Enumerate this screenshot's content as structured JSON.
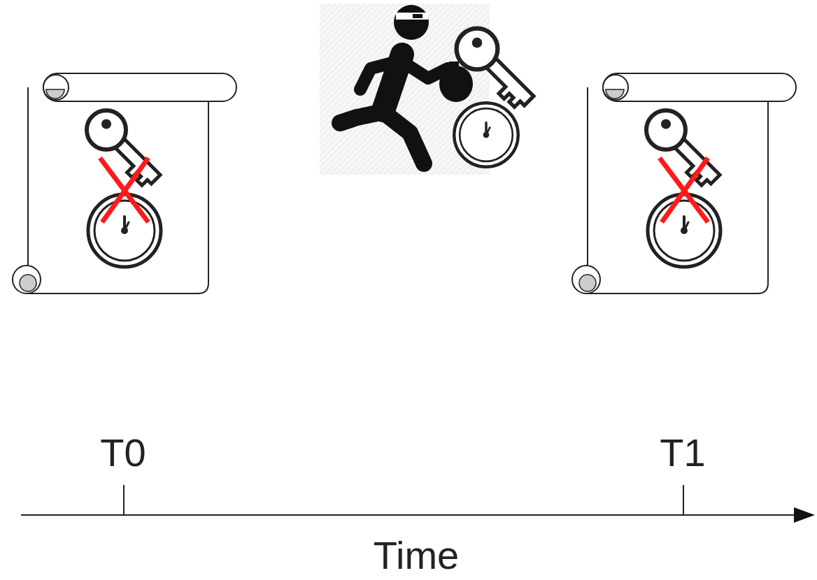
{
  "diagram": {
    "labels": [
      "T0",
      "T1",
      "Time"
    ]
  }
}
